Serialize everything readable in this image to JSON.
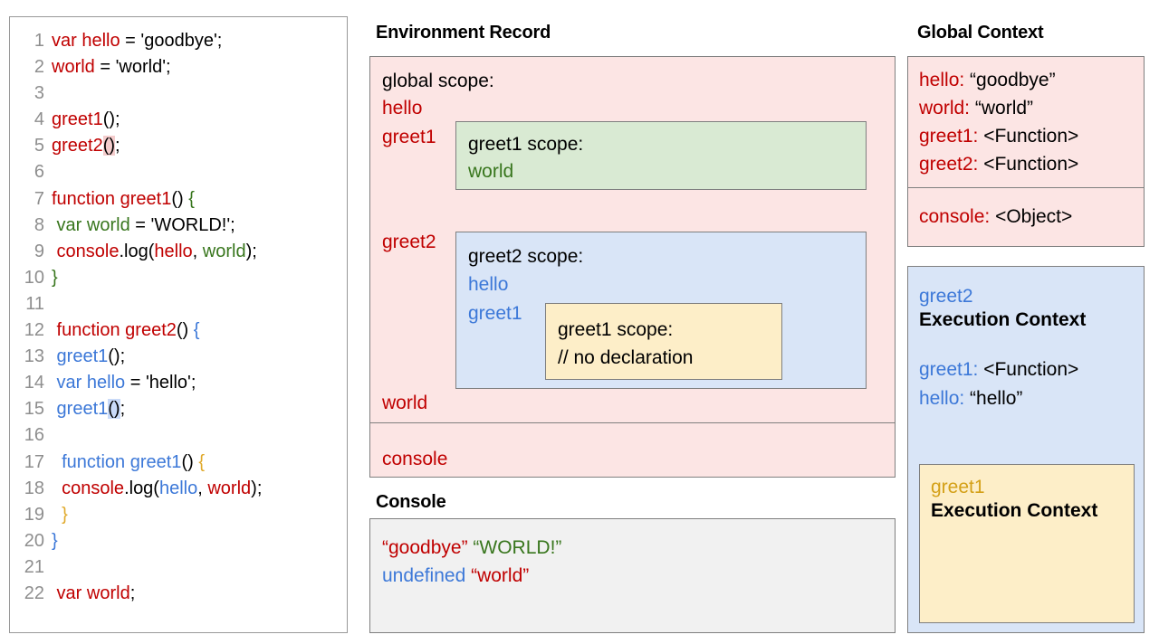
{
  "code_panel": {
    "name": "javascript-source-code",
    "lines": [
      {
        "n": "1",
        "tokens": [
          {
            "t": "var hello",
            "c": "red"
          },
          {
            "t": " = 'goodbye';",
            "c": "black"
          }
        ]
      },
      {
        "n": "2",
        "tokens": [
          {
            "t": "world",
            "c": "red"
          },
          {
            "t": " = 'world';",
            "c": "black"
          }
        ]
      },
      {
        "n": "3",
        "tokens": []
      },
      {
        "n": "4",
        "tokens": [
          {
            "t": "greet1",
            "c": "red"
          },
          {
            "t": "();",
            "c": "black"
          }
        ]
      },
      {
        "n": "5",
        "tokens": [
          {
            "t": "greet2",
            "c": "red"
          },
          {
            "t": "()",
            "c": "black",
            "hl": "pink"
          },
          {
            "t": ";",
            "c": "black"
          }
        ]
      },
      {
        "n": "6",
        "tokens": []
      },
      {
        "n": "7",
        "tokens": [
          {
            "t": "function greet1",
            "c": "red"
          },
          {
            "t": "() ",
            "c": "black"
          },
          {
            "t": "{",
            "c": "green"
          }
        ]
      },
      {
        "n": "8",
        "tokens": [
          {
            "t": " var world",
            "c": "green"
          },
          {
            "t": " = 'WORLD!';",
            "c": "black"
          }
        ]
      },
      {
        "n": "9",
        "tokens": [
          {
            "t": " console",
            "c": "red"
          },
          {
            "t": ".log(",
            "c": "black"
          },
          {
            "t": "hello",
            "c": "red"
          },
          {
            "t": ", ",
            "c": "black"
          },
          {
            "t": "world",
            "c": "green"
          },
          {
            "t": ");",
            "c": "black"
          }
        ]
      },
      {
        "n": "10",
        "tokens": [
          {
            "t": "}",
            "c": "green"
          }
        ]
      },
      {
        "n": "11",
        "tokens": []
      },
      {
        "n": "12",
        "tokens": [
          {
            "t": " function greet2",
            "c": "red"
          },
          {
            "t": "() ",
            "c": "black"
          },
          {
            "t": "{",
            "c": "blue"
          }
        ]
      },
      {
        "n": "13",
        "tokens": [
          {
            "t": " greet1",
            "c": "blue"
          },
          {
            "t": "();",
            "c": "black"
          }
        ]
      },
      {
        "n": "14",
        "tokens": [
          {
            "t": " var hello",
            "c": "blue"
          },
          {
            "t": " = 'hello';",
            "c": "black"
          }
        ]
      },
      {
        "n": "15",
        "tokens": [
          {
            "t": " greet1",
            "c": "blue"
          },
          {
            "t": "()",
            "c": "black",
            "hl": "blue"
          },
          {
            "t": ";",
            "c": "black"
          }
        ]
      },
      {
        "n": "16",
        "tokens": []
      },
      {
        "n": "17",
        "tokens": [
          {
            "t": "  function greet1",
            "c": "blue"
          },
          {
            "t": "() ",
            "c": "black"
          },
          {
            "t": "{",
            "c": "gold"
          }
        ]
      },
      {
        "n": "18",
        "tokens": [
          {
            "t": "  console",
            "c": "red"
          },
          {
            "t": ".log(",
            "c": "black"
          },
          {
            "t": "hello",
            "c": "blue"
          },
          {
            "t": ", ",
            "c": "black"
          },
          {
            "t": "world",
            "c": "red"
          },
          {
            "t": ");",
            "c": "black"
          }
        ]
      },
      {
        "n": "19",
        "tokens": [
          {
            "t": "  }",
            "c": "gold"
          }
        ]
      },
      {
        "n": "20",
        "tokens": [
          {
            "t": "}",
            "c": "blue"
          }
        ]
      },
      {
        "n": "21",
        "tokens": []
      },
      {
        "n": "22",
        "tokens": [
          {
            "t": " var world",
            "c": "red"
          },
          {
            "t": ";",
            "c": "black"
          }
        ]
      }
    ]
  },
  "environment_record": {
    "title": "Environment Record",
    "global_scope_label": "global scope:",
    "bindings": {
      "hello": "hello",
      "greet1": "greet1",
      "greet2": "greet2",
      "world": "world",
      "console": "console"
    },
    "greet1_scope": {
      "title": "greet1 scope:",
      "vars": [
        "world"
      ]
    },
    "greet2_scope": {
      "title": "greet2 scope:",
      "vars": [
        "hello",
        "greet1"
      ],
      "inner_greet1_scope": {
        "title": "greet1 scope:",
        "comment": "// no declaration"
      }
    }
  },
  "console_panel": {
    "title": "Console",
    "lines": [
      [
        {
          "t": "“goodbye” ",
          "c": "#c00000"
        },
        {
          "t": "“WORLD!”",
          "c": "#38761d"
        }
      ],
      [
        {
          "t": "undefined ",
          "c": "#3c78d8"
        },
        {
          "t": "“world”",
          "c": "#c00000"
        }
      ]
    ]
  },
  "global_context": {
    "title": "Global Context",
    "upper_rows": [
      {
        "key": "hello: ",
        "value": "“goodbye”"
      },
      {
        "key": "world: ",
        "value": "“world”"
      },
      {
        "key": "greet1: ",
        "value": "<Function>"
      },
      {
        "key": "greet2: ",
        "value": "<Function>"
      }
    ],
    "lower_rows": [
      {
        "key": "console: ",
        "value": "<Object>"
      }
    ]
  },
  "greet2_execution_context": {
    "name": "greet2",
    "heading": "Execution Context",
    "rows": [
      {
        "key": "greet1: ",
        "value": "<Function>"
      },
      {
        "key": "hello: ",
        "value": "“hello”"
      }
    ],
    "greet1_execution_context": {
      "name": "greet1",
      "heading": "Execution Context"
    }
  },
  "colors": {
    "red": "#c00000",
    "green": "#38761d",
    "blue": "#3c78d8",
    "gold": "#d4a017",
    "panel_pink_bg": "#fce5e4",
    "panel_green_bg": "#d9ead3",
    "panel_blue_bg": "#d9e5f7",
    "panel_yellow_bg": "#fdeec8",
    "console_bg": "#f1f1f1",
    "border": "#7f7f7f",
    "line_number": "#8e8e8e"
  }
}
